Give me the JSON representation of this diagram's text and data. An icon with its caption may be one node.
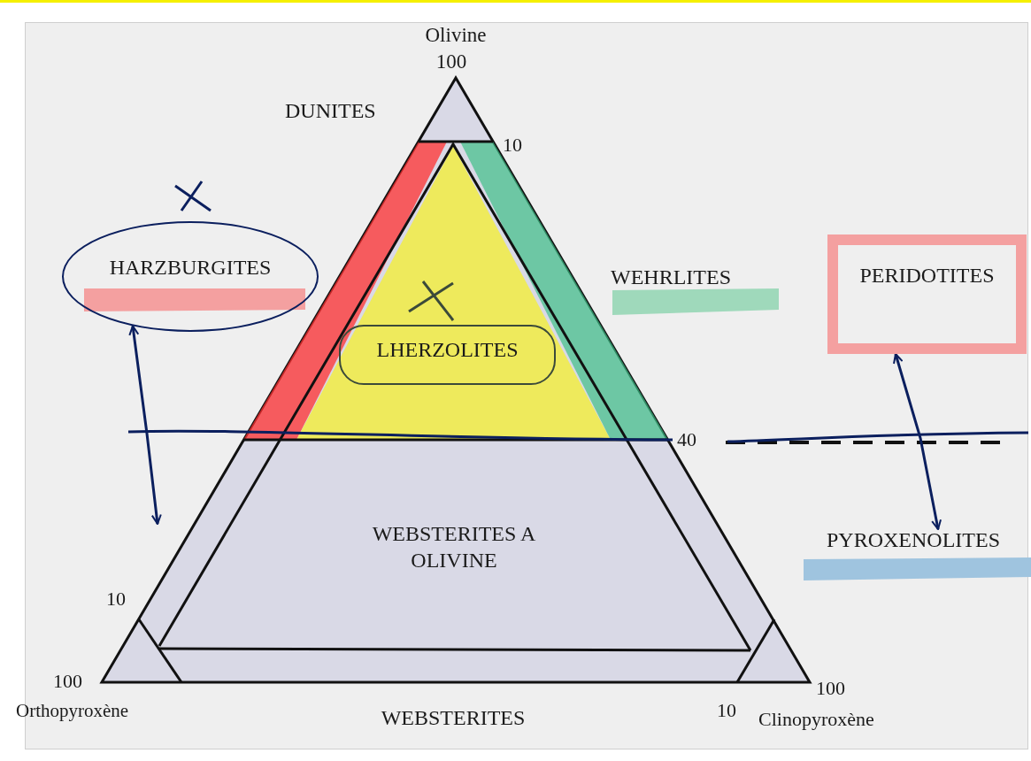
{
  "diagram": {
    "nodes": [
      {
        "text": [
          "HARZBURGITES"
        ]
      },
      {
        "text": [
          "PERIDOTITES"
        ]
      },
      {
        "text": [
          "LHERZOLITES"
        ]
      },
      {
        "text": [
          "PYROXENOLITES"
        ]
      }
    ],
    "edges": [
      {
        "from": 1,
        "to": 3,
        "arrow": "both"
      },
      {
        "from": 0,
        "to": null,
        "arrow": "both"
      }
    ],
    "labels": [
      "Olivine",
      "100",
      "DUNITES",
      "10",
      "WEHRLITES",
      "40",
      "WEBSTERITES A OLIVINE",
      "10",
      "100",
      "Orthopyroxène",
      "WEBSTERITES",
      "10",
      "Clinopyroxène",
      "100"
    ]
  }
}
